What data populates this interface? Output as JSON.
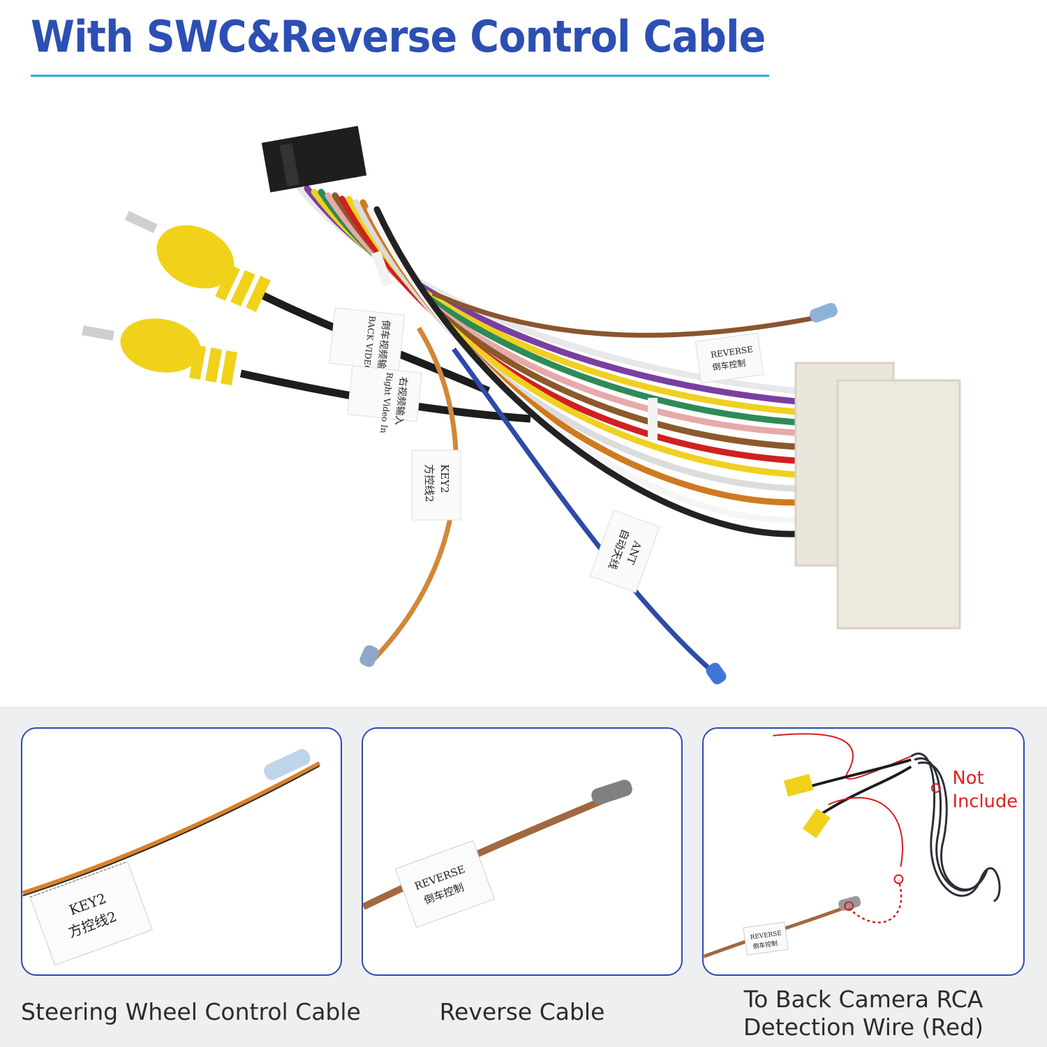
{
  "header": {
    "title": "With SWC&Reverse Control Cable"
  },
  "main_photo": {
    "labels": {
      "back_video_line1": "倒车视频输入",
      "back_video_line2": "BACK VIDEO IN",
      "right_video_line1": "右视频输入",
      "right_video_line2": "Right Video In",
      "key2_line1": "KEY2",
      "key2_line2": "方控线2",
      "ant_line1": "ANT",
      "ant_line2": "自动天线",
      "reverse_line1": "REVERSE",
      "reverse_line2": "倒车控制"
    }
  },
  "panels": [
    {
      "caption": "Steering Wheel Control Cable",
      "tag_line1": "KEY2",
      "tag_line2": "方控线2"
    },
    {
      "caption": "Reverse Cable",
      "tag_line1": "REVERSE",
      "tag_line2": "倒车控制"
    },
    {
      "caption_line1": "To Back Camera RCA",
      "caption_line2": "Detection Wire (Red)",
      "note_line1": "Not",
      "note_line2": "Include",
      "tag_line1": "REVERSE",
      "tag_line2": "倒车控制"
    }
  ],
  "colors": {
    "title": "#2c4fb3",
    "panel_border": "#2e4bb0",
    "note": "#e02020"
  }
}
